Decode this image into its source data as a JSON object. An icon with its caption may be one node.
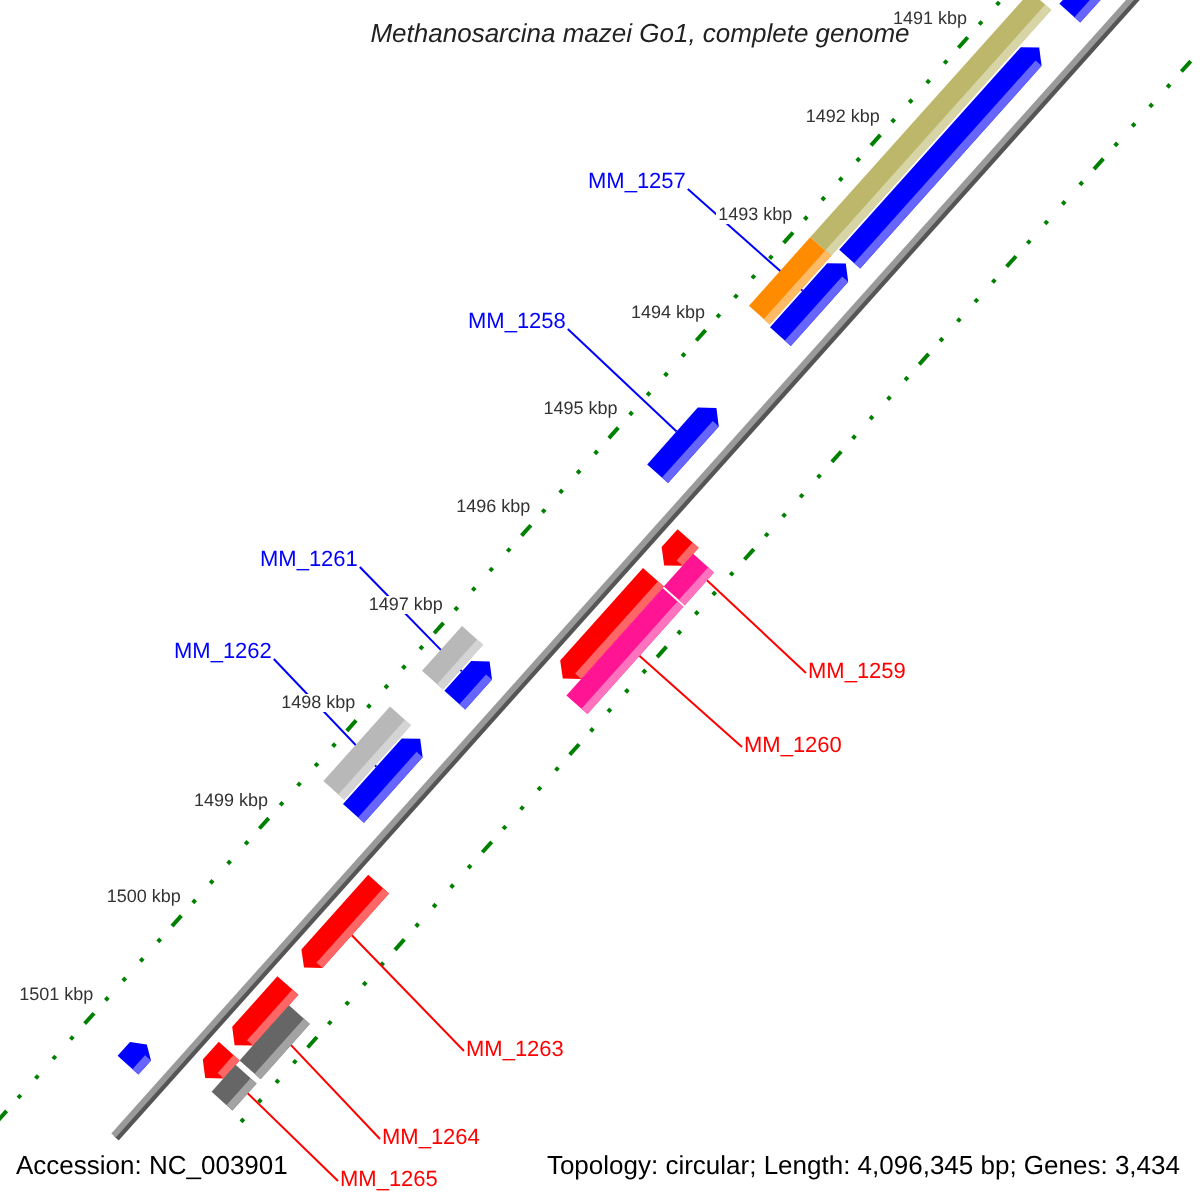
{
  "diagram": {
    "title": "Methanosarcina mazei Go1, complete genome",
    "nodes": [
      {
        "text": [
          "MM_1257"
        ]
      },
      {
        "text": [
          "MM_1258"
        ]
      },
      {
        "text": [
          "MM_1261"
        ]
      },
      {
        "text": [
          "MM_1262"
        ]
      },
      {
        "text": [
          "MM_1259"
        ]
      },
      {
        "text": [
          "MM_1260"
        ]
      },
      {
        "text": [
          "MM_1263"
        ]
      },
      {
        "text": [
          "MM_1264"
        ]
      },
      {
        "text": [
          "MM_1265"
        ]
      },
      {
        "text": [],
        "shape": "arrow"
      },
      {
        "text": [],
        "shape": "bar"
      },
      {
        "text": [],
        "shape": "arrow"
      },
      {
        "text": [],
        "shape": "arrow"
      },
      {
        "text": [],
        "shape": "bar"
      },
      {
        "text": [],
        "shape": "arrow"
      },
      {
        "text": [],
        "shape": "arrow"
      },
      {
        "text": [],
        "shape": "bar"
      },
      {
        "text": [],
        "shape": "arrow"
      },
      {
        "text": [],
        "shape": "bar"
      },
      {
        "text": [],
        "shape": "bar"
      },
      {
        "text": [],
        "shape": "arrow"
      },
      {
        "text": [],
        "shape": "bar"
      },
      {
        "text": [],
        "shape": "arrow"
      },
      {
        "text": [],
        "shape": "arrow"
      },
      {
        "text": [],
        "shape": "arrow"
      },
      {
        "text": [],
        "shape": "bar"
      },
      {
        "text": [],
        "shape": "arrow"
      },
      {
        "text": [],
        "shape": "bar"
      },
      {
        "text": [],
        "shape": "arrow"
      }
    ],
    "edges": [
      {
        "from": 0,
        "to": 12,
        "arrow": "none",
        "color": "#0000ff"
      },
      {
        "from": 1,
        "to": 14,
        "arrow": "none",
        "color": "#0000ff"
      },
      {
        "from": 2,
        "to": 20,
        "arrow": "none",
        "color": "#0000ff"
      },
      {
        "from": 3,
        "to": 22,
        "arrow": "none",
        "color": "#0000ff"
      },
      {
        "from": 4,
        "to": 15,
        "arrow": "none"
      },
      {
        "from": 5,
        "to": 17,
        "arrow": "none"
      },
      {
        "from": 6,
        "to": 23,
        "arrow": "none"
      },
      {
        "from": 7,
        "to": 24,
        "arrow": "none"
      },
      {
        "from": 8,
        "to": 26,
        "arrow": "none"
      }
    ],
    "labels": [
      "1491 kbp",
      "1492 kbp",
      "1493 kbp",
      "1494 kbp",
      "1495 kbp",
      "1496 kbp",
      "1497 kbp",
      "1498 kbp",
      "1499 kbp",
      "1500 kbp",
      "1501 kbp",
      "Accession: NC_003901",
      "Topology: circular; Length: 4,096,345 bp; Genes: 3,434"
    ]
  }
}
